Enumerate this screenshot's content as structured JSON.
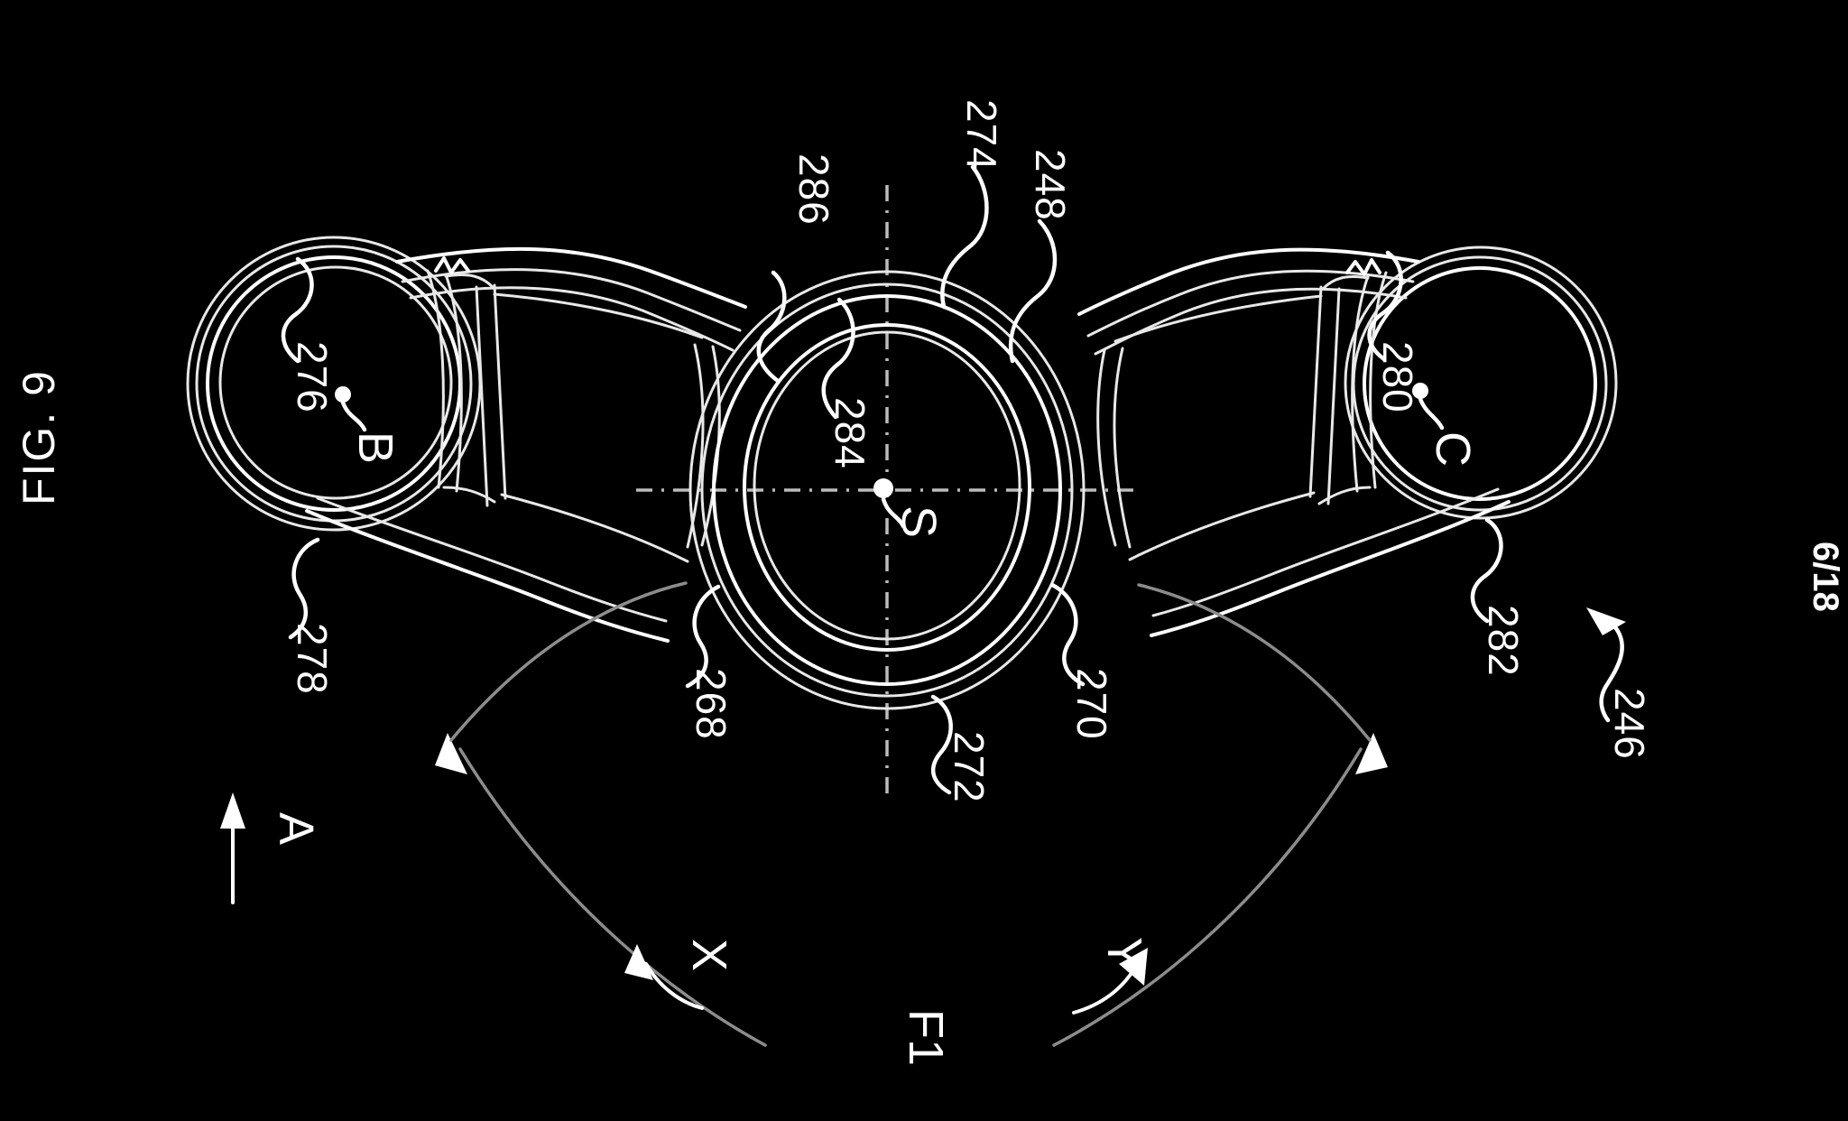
{
  "figure": {
    "label": "FIG. 9",
    "page_number": "6/18",
    "background_color": "#000000",
    "line_color": "#ffffff",
    "centerline_color": "#bcbcbc",
    "arc_color": "#8c8c8c",
    "orientation": "landscape-rotated-drawing"
  },
  "reference_numerals": [
    {
      "id": "286",
      "label": "286"
    },
    {
      "id": "274",
      "label": "274"
    },
    {
      "id": "248",
      "label": "248"
    },
    {
      "id": "276",
      "label": "276"
    },
    {
      "id": "278",
      "label": "278"
    },
    {
      "id": "280",
      "label": "280"
    },
    {
      "id": "282",
      "label": "282"
    },
    {
      "id": "284",
      "label": "284"
    },
    {
      "id": "268",
      "label": "268"
    },
    {
      "id": "270",
      "label": "270"
    },
    {
      "id": "272",
      "label": "272"
    },
    {
      "id": "246",
      "label": "246"
    }
  ],
  "point_markers": [
    {
      "id": "B",
      "label": "B"
    },
    {
      "id": "C",
      "label": "C"
    },
    {
      "id": "S",
      "label": "S"
    }
  ],
  "direction_indicators": [
    {
      "id": "A",
      "label": "A",
      "kind": "straight-arrow-up"
    },
    {
      "id": "X",
      "label": "X",
      "kind": "curved-arrow-up-left"
    },
    {
      "id": "Y",
      "label": "Y",
      "kind": "curved-arrow-up-right"
    },
    {
      "id": "F1",
      "label": "F1",
      "kind": "angle-span"
    }
  ]
}
